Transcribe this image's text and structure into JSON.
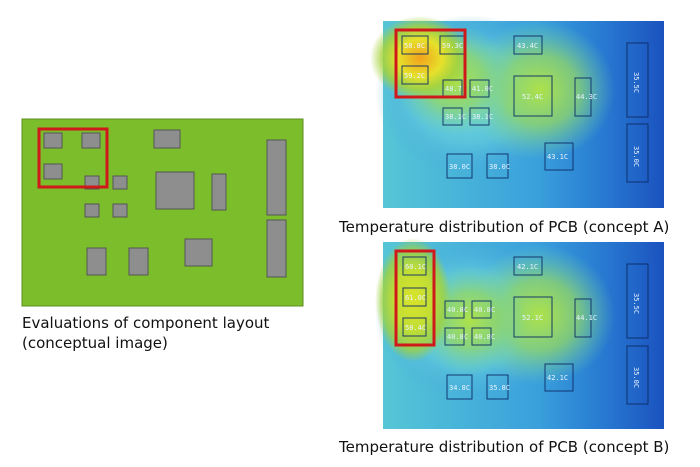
{
  "layout_figure": {
    "caption_line1": "Evaluations of component layout",
    "caption_line2": "(conceptual image)"
  },
  "concept_a": {
    "caption": "Temperature distribution of PCB (concept A)",
    "labels": [
      "58.8C",
      "59.3C",
      "59.2C",
      "48.7",
      "41.0C",
      "38.1C",
      "38.1C",
      "43.4C",
      "52.4C",
      "44.3C",
      "35.5C",
      "38.0C",
      "38.0C",
      "43.1C",
      "35.0C"
    ]
  },
  "concept_b": {
    "caption": "Temperature distribution of PCB (concept B)",
    "labels": [
      "60.1C",
      "61.0C",
      "58.4C",
      "42.1C",
      "40.8C",
      "40.8C",
      "40.8C",
      "40.8C",
      "52.1C",
      "44.1C",
      "35.5C",
      "34.8C",
      "35.8C",
      "42.1C",
      "35.0C"
    ]
  },
  "colors": {
    "board_green": "#7cbd2b",
    "chip_gray": "#8e8e8e",
    "highlight_red": "#d0191b",
    "pcb_blue": "#1d5fc7",
    "pcb_cyan": "#52c3d8",
    "pcb_hot": "#f39a1c"
  }
}
